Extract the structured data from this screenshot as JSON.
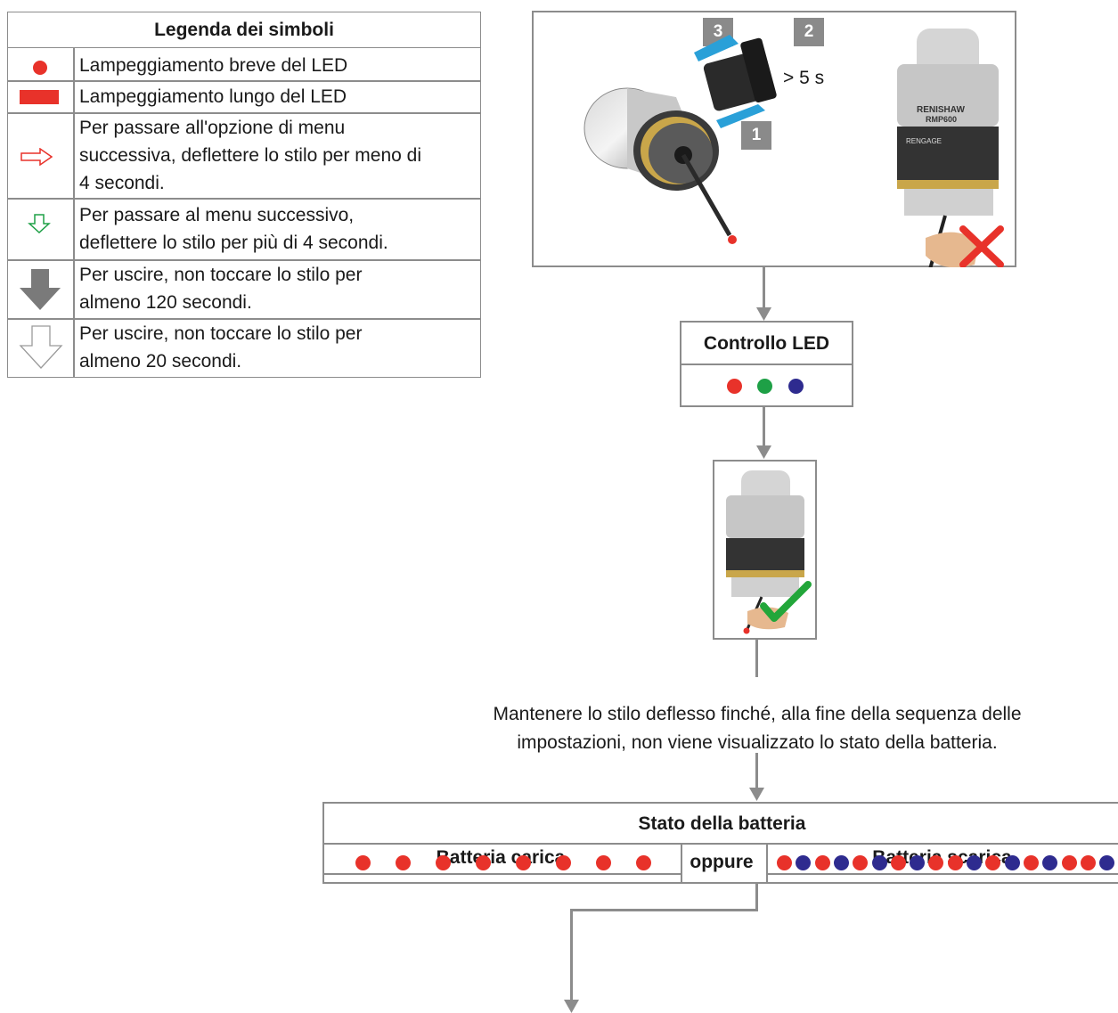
{
  "legend": {
    "title": "Legenda dei simboli",
    "items": [
      {
        "symbol": "short-flash-dot",
        "lines": [
          "Lampeggiamento breve del LED"
        ]
      },
      {
        "symbol": "long-flash-bar",
        "lines": [
          "Lampeggiamento lungo del LED"
        ]
      },
      {
        "symbol": "red-outline-right-arrow",
        "lines": [
          "Per passare all'opzione di menu",
          "successiva, deflettere lo stilo per meno di",
          "4 secondi."
        ]
      },
      {
        "symbol": "green-outline-down-arrow",
        "lines": [
          "Per passare al menu successivo,",
          "deflettere lo stilo per più di 4 secondi."
        ]
      },
      {
        "symbol": "grey-filled-down-arrow",
        "lines": [
          "Per uscire, non toccare lo stilo per",
          "almeno 120 secondi."
        ]
      },
      {
        "symbol": "grey-outline-down-arrow",
        "lines": [
          "Per uscire, non toccare lo stilo per",
          "almeno 20 secondi."
        ]
      }
    ]
  },
  "battery_insert": {
    "step1": "1",
    "step2": "2",
    "step3": "3",
    "time_label": "> 5 s",
    "probe_brand": "RENISHAW",
    "probe_model": "RMP600",
    "probe_sub": "RENGAGE"
  },
  "led_check": {
    "title": "Controllo LED",
    "dots": [
      "red",
      "green",
      "blue"
    ]
  },
  "instruction": {
    "line1": "Mantenere lo stilo deflesso finché, alla fine della sequenza delle",
    "line2": "impostazioni, non viene visualizzato lo stato della batteria."
  },
  "battery_status": {
    "title": "Stato della batteria",
    "good_label": "Batteria carica",
    "or_label": "oppure",
    "low_label": "Batteria scarica",
    "good_dots": [
      "red",
      "red",
      "red",
      "red",
      "red",
      "red",
      "red",
      "red"
    ],
    "low_dots": [
      "red",
      "blue",
      "red",
      "blue",
      "red",
      "blue",
      "red",
      "blue",
      "red",
      "red",
      "blue",
      "red",
      "blue",
      "red",
      "blue",
      "red",
      "red",
      "blue"
    ]
  },
  "colors": {
    "red": "#e8322a",
    "green": "#1ea046",
    "blue": "#2e2b8f",
    "line_grey": "#8c8c8c"
  }
}
